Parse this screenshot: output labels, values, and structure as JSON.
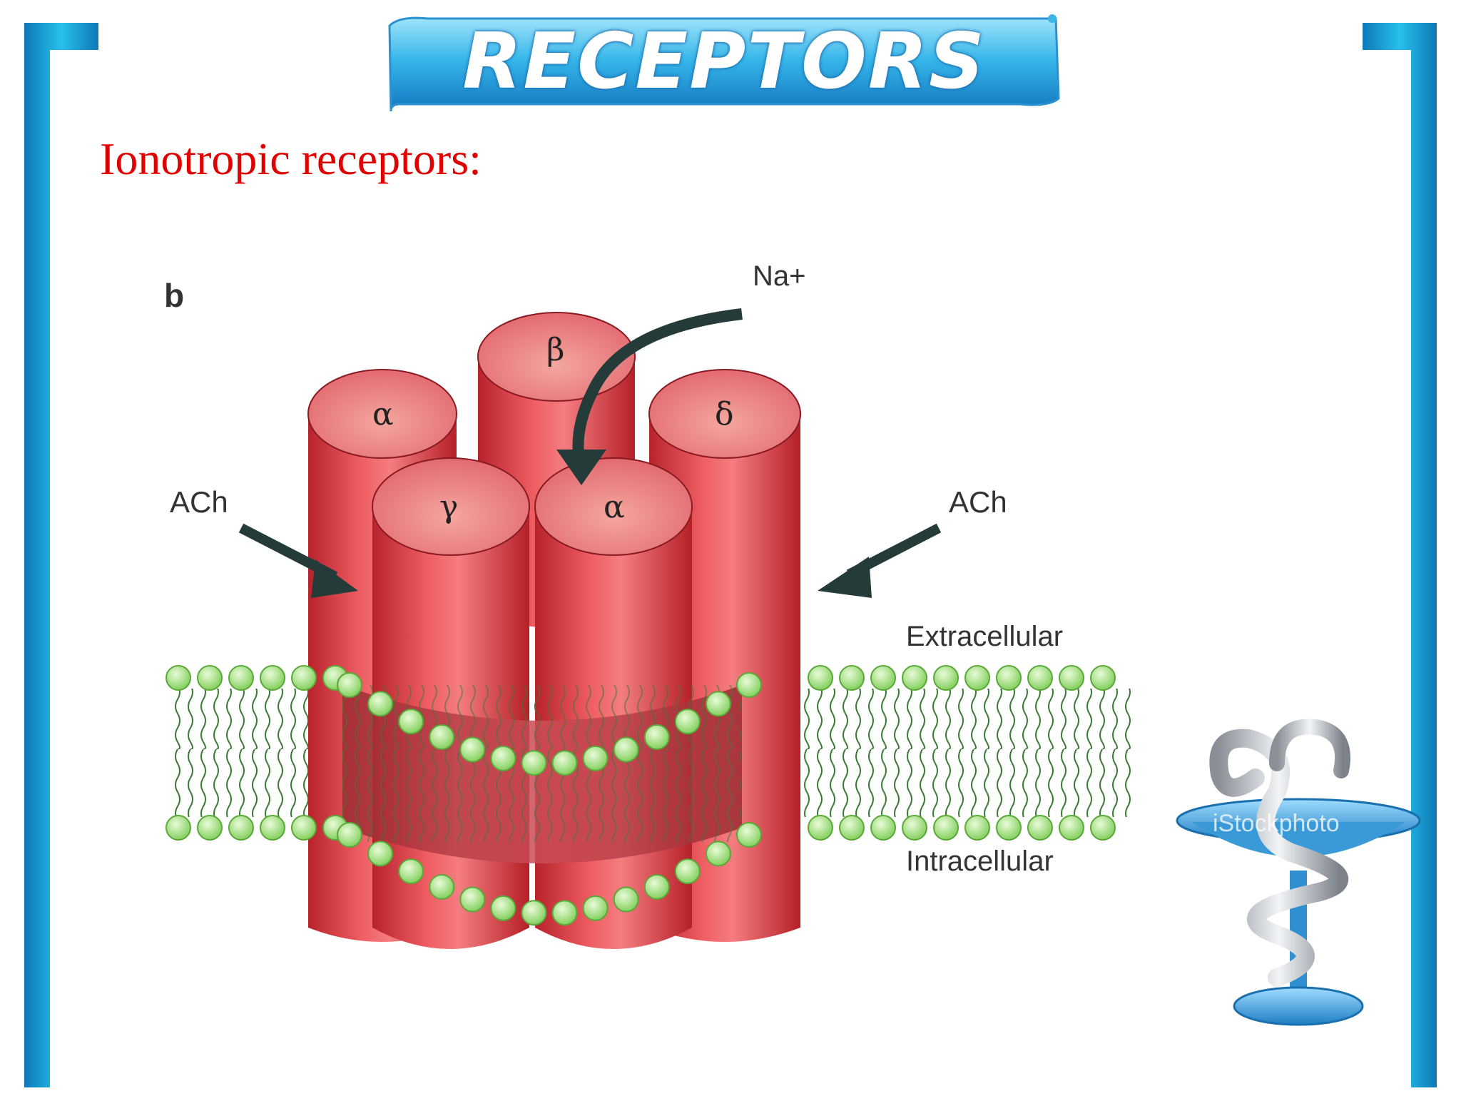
{
  "slide": {
    "title": "RECEPTORS",
    "subtitle": "Ionotropic receptors:"
  },
  "diagram": {
    "panel_label": "b",
    "ion_label": "Na+",
    "ligand_left": "ACh",
    "ligand_right": "ACh",
    "extracellular": "Extracellular",
    "intracellular": "Intracellular",
    "subunits": {
      "back_left": "α",
      "back_center": "β",
      "back_right": "δ",
      "front_left": "γ",
      "front_right": "α"
    }
  },
  "watermark": "iStockphoto",
  "colors": {
    "accent": "#1aa3d9",
    "title_text": "#ffffff",
    "subtitle": "#e00000",
    "receptor": "#d63a3f",
    "membrane": "#9fdc7a"
  }
}
